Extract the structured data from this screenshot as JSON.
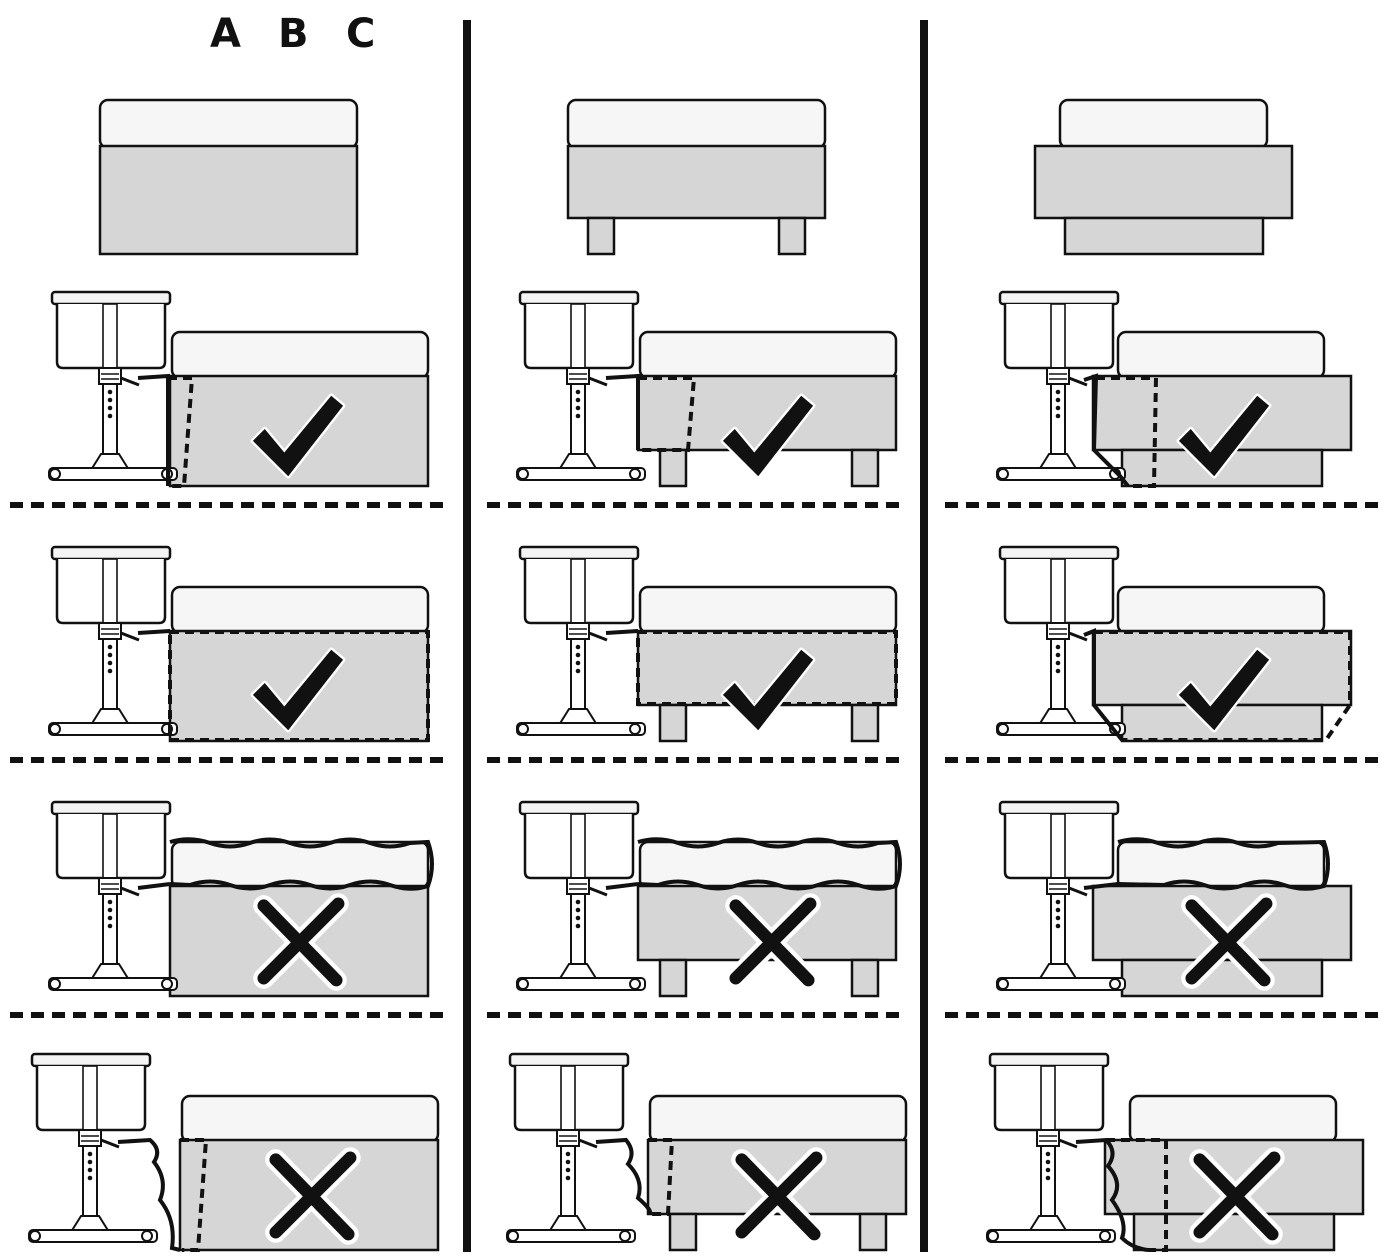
{
  "column_labels": [
    "A",
    "B",
    "C"
  ],
  "bed_types": [
    "bed-frame-box",
    "bed-frame-legs",
    "bed-frame-drawer-base"
  ],
  "rows": [
    {
      "id": "row-1",
      "fit": "correct",
      "method": "strap-under-mattress-vertical"
    },
    {
      "id": "row-2",
      "fit": "correct",
      "method": "strap-around-base"
    },
    {
      "id": "row-3",
      "fit": "incorrect",
      "method": "strap-around-mattress"
    },
    {
      "id": "row-4",
      "fit": "incorrect",
      "method": "loose-strap"
    }
  ],
  "icons": {
    "correct": "check-mark-icon",
    "incorrect": "cross-mark-icon"
  },
  "colors": {
    "ink": "#111111",
    "bed_fill": "#d6d6d6",
    "mattress_fill": "#f6f6f6",
    "background": "#ffffff"
  }
}
